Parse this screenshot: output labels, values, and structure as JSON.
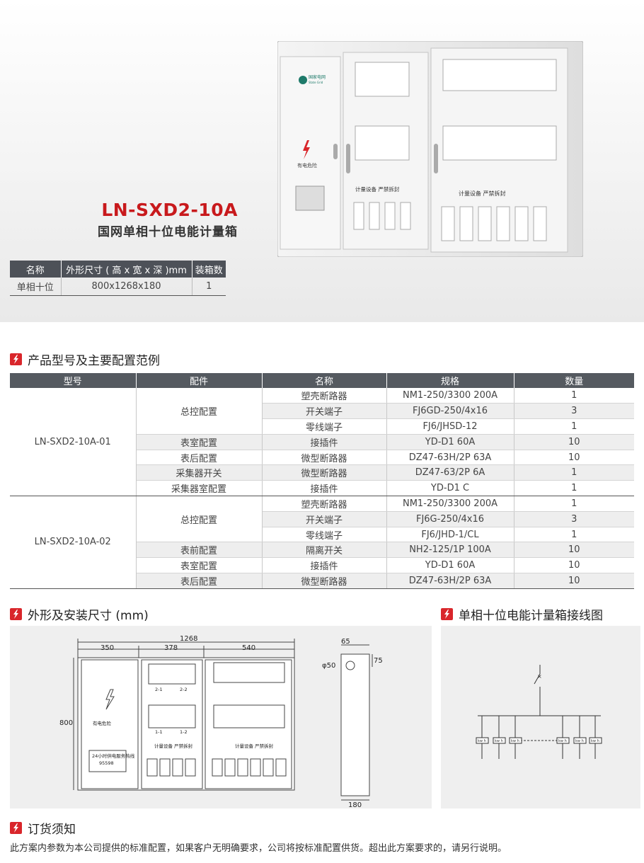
{
  "hero": {
    "model": "LN-SXD2-10A",
    "name": "国网单相十位电能计量箱",
    "spec_headers": [
      "名称",
      "外形尺寸 ( 高 x 宽 x 深 )mm",
      "装箱数"
    ],
    "spec_row": [
      "单相十位",
      "800x1268x180",
      "1"
    ]
  },
  "product_image": {
    "logo_text": "国家电网",
    "logo_sub": "State Grid",
    "danger_text": "有电危险",
    "seal_text_1": "计量设备 严禁拆封",
    "seal_text_2": "计量设备 严禁拆封"
  },
  "sections": {
    "config": "产品型号及主要配置范例",
    "dimensions": "外形及安装尺寸 (mm)",
    "wiring": "单相十位电能计量箱接线图",
    "order": "订货须知"
  },
  "config_table": {
    "headers": [
      "型号",
      "配件",
      "名称",
      "规格",
      "数量"
    ],
    "groups": [
      {
        "model": "LN-SXD2-10A-01",
        "rows": [
          {
            "part": "总控配置",
            "name": "塑壳断路器",
            "spec": "NM1-250/3300 200A",
            "qty": "1"
          },
          {
            "part": "",
            "name": "开关端子",
            "spec": "FJ6GD-250/4x16",
            "qty": "3"
          },
          {
            "part": "",
            "name": "零线端子",
            "spec": "FJ6/JHSD-12",
            "qty": "1"
          },
          {
            "part": "表室配置",
            "name": "接插件",
            "spec": "YD-D1 60A",
            "qty": "10"
          },
          {
            "part": "表后配置",
            "name": "微型断路器",
            "spec": "DZ47-63H/2P 63A",
            "qty": "10"
          },
          {
            "part": "采集器开关",
            "name": "微型断路器",
            "spec": "DZ47-63/2P 6A",
            "qty": "1"
          },
          {
            "part": "采集器室配置",
            "name": "接插件",
            "spec": "YD-D1 C",
            "qty": "1"
          }
        ]
      },
      {
        "model": "LN-SXD2-10A-02",
        "rows": [
          {
            "part": "总控配置",
            "name": "塑壳断路器",
            "spec": "NM1-250/3300 200A",
            "qty": "1"
          },
          {
            "part": "",
            "name": "开关端子",
            "spec": "FJ6G-250/4x16",
            "qty": "3"
          },
          {
            "part": "",
            "name": "零线端子",
            "spec": "FJ6/JHD-1/CL",
            "qty": "1"
          },
          {
            "part": "表前配置",
            "name": "隔离开关",
            "spec": "NH2-125/1P 100A",
            "qty": "10"
          },
          {
            "part": "表室配置",
            "name": "接插件",
            "spec": "YD-D1 60A",
            "qty": "10"
          },
          {
            "part": "表后配置",
            "name": "微型断路器",
            "spec": "DZ47-63H/2P 63A",
            "qty": "10"
          }
        ]
      }
    ]
  },
  "dimension_drawing": {
    "total_width": "1268",
    "w1": "350",
    "w2": "378",
    "w3": "540",
    "height": "800",
    "depth": "180",
    "top_depth": "65",
    "hole": "φ50",
    "offset": "75",
    "danger_text": "有电危险",
    "seal_text": "计量设备 严禁拆封",
    "seal_text_2": "计量设备 严禁拆封",
    "label_1": "2-1",
    "label_2": "2-2",
    "label_3": "1-1",
    "label_4": "1-2",
    "hotline_1": "24小时供电服务热线",
    "hotline_2": "95598"
  },
  "wiring_diagram": {
    "meter_label": "kw h"
  },
  "order_note": "此方案内参数为本公司提供的标准配置，如果客户无明确要求，公司将按标准配置供货。超出此方案要求的，请另行说明。"
}
